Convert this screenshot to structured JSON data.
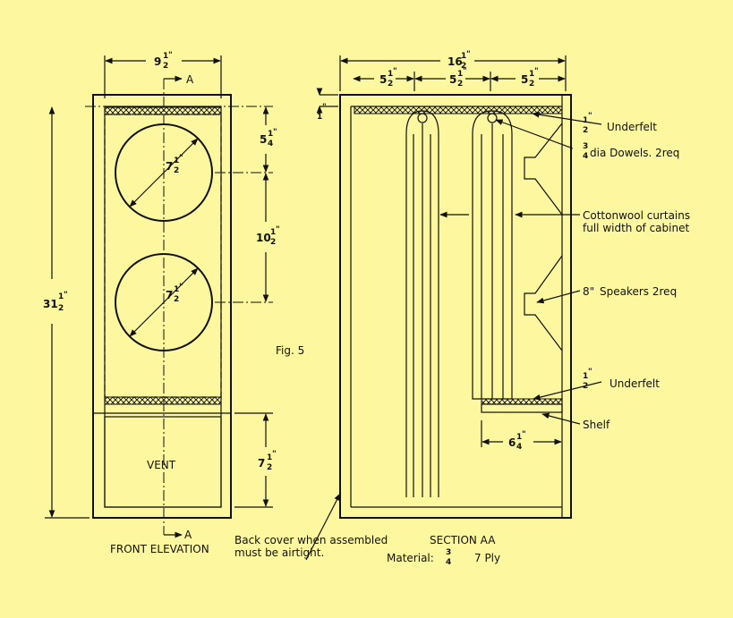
{
  "figure": "Fig. 5",
  "front": {
    "title": "FRONT ELEVATION",
    "section_marker": "A",
    "vent_label": "VENT",
    "dims": {
      "width": {
        "whole": "9",
        "num": "1",
        "den": "2",
        "unit": "\""
      },
      "height": {
        "whole": "31",
        "num": "1",
        "den": "2",
        "unit": "\""
      },
      "upper_gap": {
        "whole": "5",
        "num": "1",
        "den": "4",
        "unit": "\""
      },
      "speaker_spacing": {
        "whole": "10",
        "num": "1",
        "den": "2",
        "unit": "\""
      },
      "vent_height": {
        "whole": "7",
        "num": "1",
        "den": "2",
        "unit": "\""
      },
      "speaker1_dia": {
        "whole": "7",
        "num": "1",
        "den": "2",
        "unit": "\""
      },
      "speaker2_dia": {
        "whole": "7",
        "num": "1",
        "den": "2",
        "unit": "\""
      }
    }
  },
  "section": {
    "title": "SECTION AA",
    "material_label": "Material:",
    "material_fraction": {
      "num": "3",
      "den": "4"
    },
    "material_value": "7 Ply",
    "dims": {
      "total_width": {
        "whole": "16",
        "num": "1",
        "den": "2",
        "unit": "\""
      },
      "seg1": {
        "whole": "5",
        "num": "1",
        "den": "2",
        "unit": "\""
      },
      "seg2": {
        "whole": "5",
        "num": "1",
        "den": "2",
        "unit": "\""
      },
      "seg3": {
        "whole": "5",
        "num": "1",
        "den": "2",
        "unit": "\""
      },
      "top_thickness": {
        "whole": "1",
        "unit": "\""
      },
      "shelf_depth": {
        "whole": "6",
        "num": "1",
        "den": "4",
        "unit": "\""
      }
    },
    "annotations": {
      "underfelt_top": {
        "num": "1",
        "den": "2",
        "unit": "\"",
        "text": "Underfelt"
      },
      "dowels": {
        "num": "3",
        "den": "4",
        "text": "dia Dowels. 2req"
      },
      "curtains_line1": "Cottonwool curtains",
      "curtains_line2": "full width of cabinet",
      "speakers": {
        "value": "8\"",
        "text": "Speakers  2req"
      },
      "underfelt_shelf": {
        "num": "1",
        "den": "2",
        "unit": "\"",
        "text": "Underfelt"
      },
      "shelf": "Shelf"
    }
  },
  "notes": {
    "back_cover_line1": "Back cover when assembled",
    "back_cover_line2": "must be airtight."
  }
}
